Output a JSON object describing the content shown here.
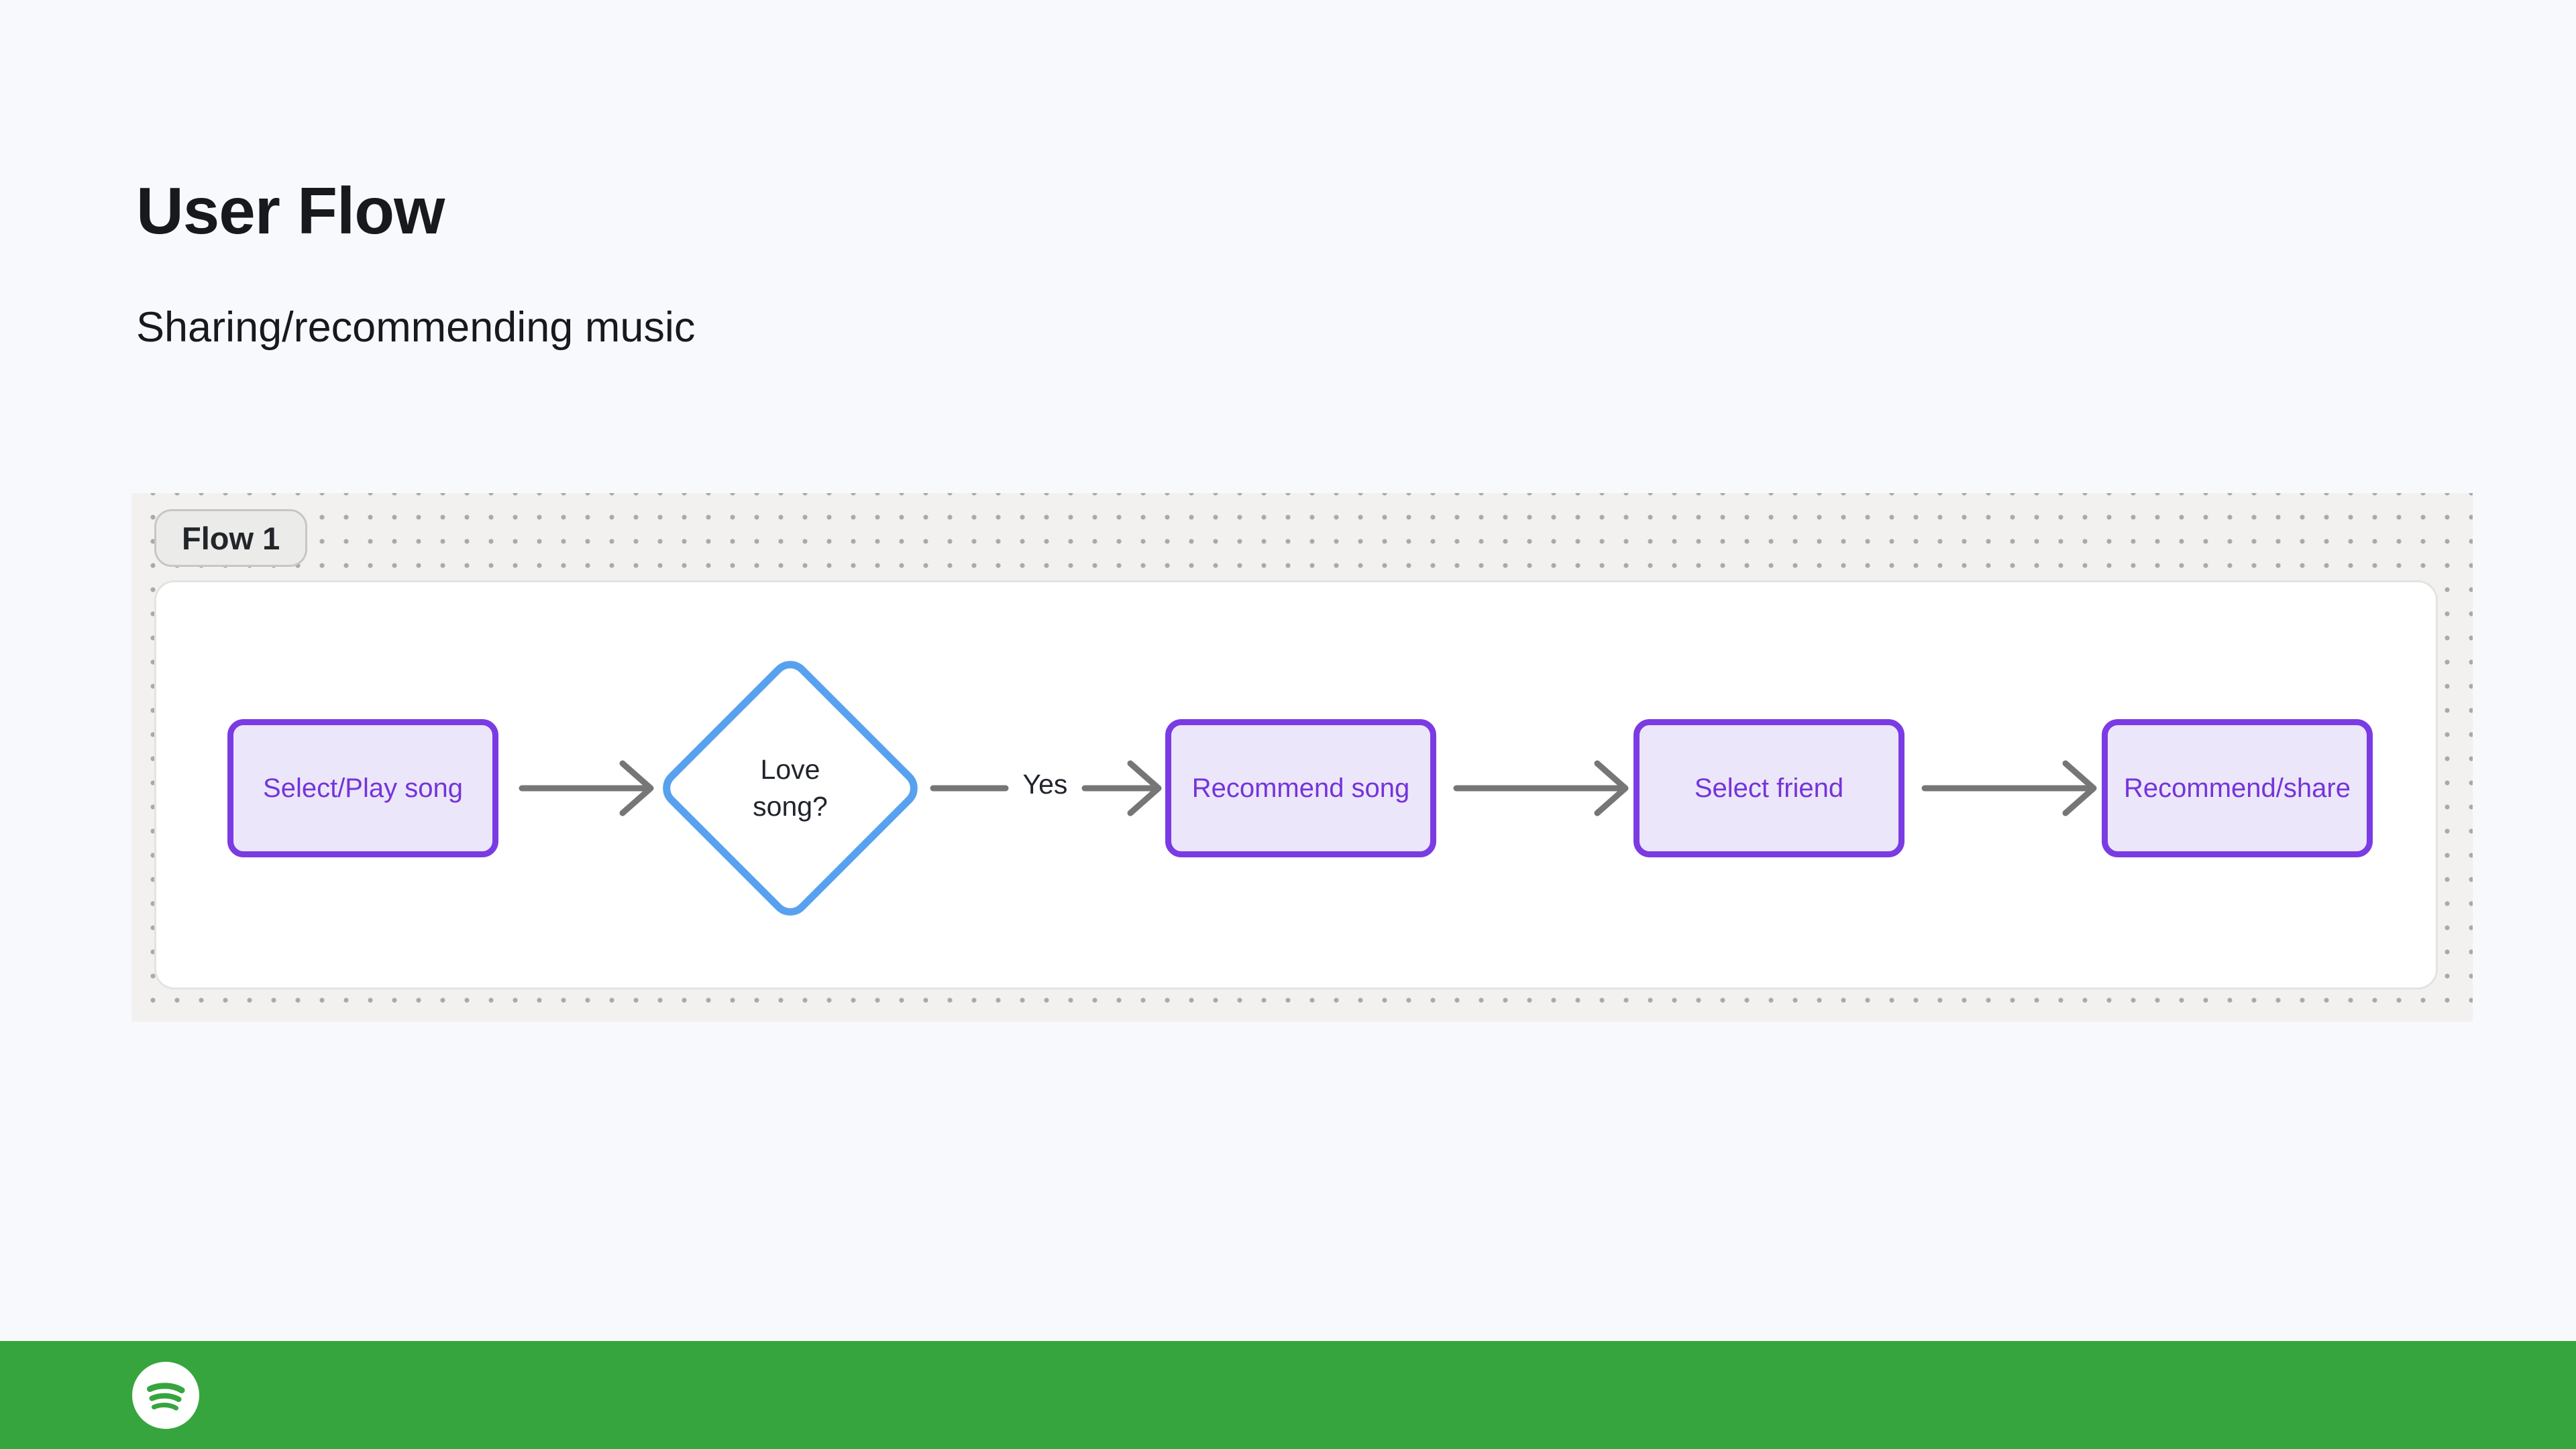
{
  "header": {
    "title": "User Flow",
    "subtitle": "Sharing/recommending music"
  },
  "canvas": {
    "badge_label": "Flow 1"
  },
  "flow": {
    "nodes": [
      {
        "id": "select-play-song",
        "type": "process",
        "label": "Select/Play song"
      },
      {
        "id": "love-song-decision",
        "type": "decision",
        "label": "Love song?"
      },
      {
        "id": "recommend-song",
        "type": "process",
        "label": "Recommend song"
      },
      {
        "id": "select-friend",
        "type": "process",
        "label": "Select friend"
      },
      {
        "id": "recommend-share",
        "type": "process",
        "label": "Recommend/share"
      }
    ],
    "edges": [
      {
        "from": "select-play-song",
        "to": "love-song-decision",
        "label": ""
      },
      {
        "from": "love-song-decision",
        "to": "recommend-song",
        "label": "Yes"
      },
      {
        "from": "recommend-song",
        "to": "select-friend",
        "label": ""
      },
      {
        "from": "select-friend",
        "to": "recommend-share",
        "label": ""
      }
    ]
  },
  "footer": {
    "brand_icon": "spotify-icon"
  },
  "colors": {
    "page_background": "#f8f9fd",
    "canvas_background": "#f2f1ef",
    "process_border": "#7b3be3",
    "process_fill": "#ece6fa",
    "process_text": "#7434da",
    "decision_border": "#58a1ee",
    "arrow": "#767676",
    "footer_green": "#37a53e"
  }
}
